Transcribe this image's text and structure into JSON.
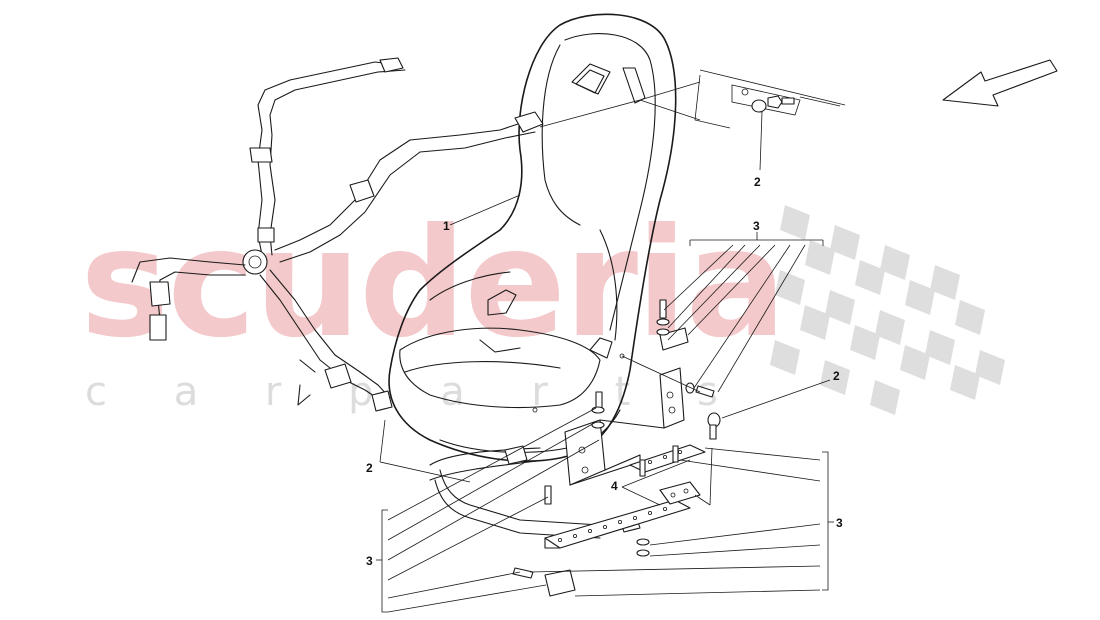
{
  "watermark": {
    "main": "scuderia",
    "sub": "c a r   p a r t s",
    "main_color": "#f4c9cb",
    "check_color": "#d9d9d9"
  },
  "callouts": {
    "seat": "1",
    "belt_upper": "2",
    "belt_lower": "2",
    "bolt_right": "2",
    "bracket": "4",
    "hardware_top": "3",
    "hardware_left": "3",
    "hardware_right": "3"
  },
  "icons": {
    "direction": "direction-arrow-icon"
  }
}
